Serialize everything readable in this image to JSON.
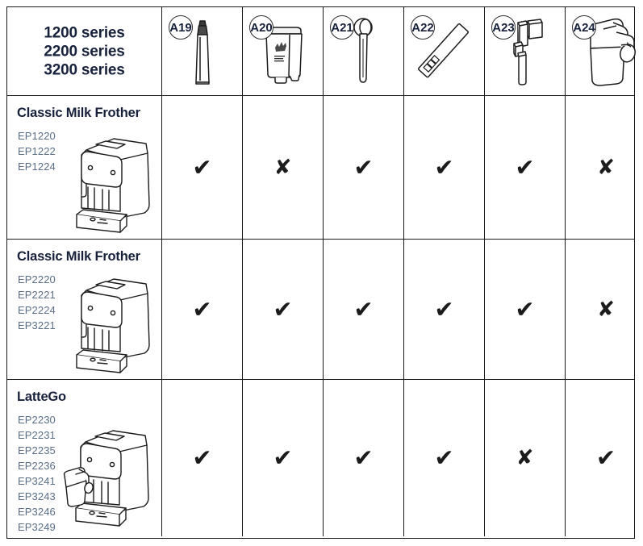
{
  "table": {
    "header": {
      "series_label": "1200 series\n2200 series\n3200 series",
      "series_lines": [
        "1200 series",
        "2200 series",
        "3200 series"
      ],
      "accessories": [
        {
          "code": "A19",
          "icon": "grease-tube-icon",
          "name": "Lubricant grease tube"
        },
        {
          "code": "A20",
          "icon": "water-filter-icon",
          "name": "AquaClean water filter"
        },
        {
          "code": "A21",
          "icon": "measuring-scoop-icon",
          "name": "Measuring scoop"
        },
        {
          "code": "A22",
          "icon": "water-hardness-strip-icon",
          "name": "Water hardness test strip"
        },
        {
          "code": "A23",
          "icon": "classic-milk-frother-icon",
          "name": "Classic milk frother"
        },
        {
          "code": "A24",
          "icon": "lattego-milk-container-icon",
          "name": "LatteGo milk container"
        }
      ]
    },
    "rows": [
      {
        "title": "Classic Milk Frother",
        "models": [
          "EP1220",
          "EP1222",
          "EP1224"
        ],
        "machine_icon": "espresso-machine-classic-icon",
        "marks": [
          "check",
          "cross",
          "check",
          "check",
          "check",
          "cross"
        ]
      },
      {
        "title": "Classic Milk Frother",
        "models": [
          "EP2220",
          "EP2221",
          "EP2224",
          "EP3221"
        ],
        "machine_icon": "espresso-machine-classic-icon",
        "marks": [
          "check",
          "check",
          "check",
          "check",
          "check",
          "cross"
        ]
      },
      {
        "title": "LatteGo",
        "models": [
          "EP2230",
          "EP2231",
          "EP2235",
          "EP2236",
          "EP3241",
          "EP3243",
          "EP3246",
          "EP3249"
        ],
        "machine_icon": "espresso-machine-lattego-icon",
        "marks": [
          "check",
          "check",
          "check",
          "check",
          "cross",
          "check"
        ]
      }
    ],
    "glyphs": {
      "check": "✔",
      "cross": "✘"
    },
    "colors": {
      "border": "#1a1a1a",
      "title_text": "#17213c",
      "model_text": "#5a6e86",
      "mark": "#1c1c1c",
      "background": "#ffffff"
    }
  }
}
